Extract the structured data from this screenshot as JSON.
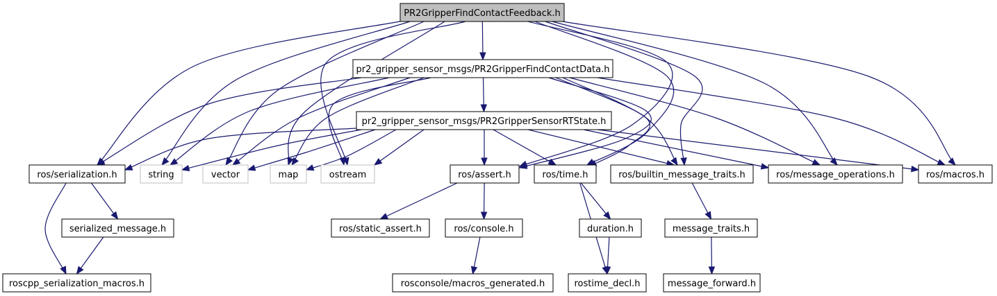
{
  "diagram": {
    "nodes": [
      {
        "id": "root",
        "label": "PR2GripperFindContactFeedback.h",
        "kind": "root"
      },
      {
        "id": "fcd",
        "label": "pr2_gripper_sensor_msgs/PR2GripperFindContactData.h",
        "kind": "file"
      },
      {
        "id": "rts",
        "label": "pr2_gripper_sensor_msgs/PR2GripperSensorRTState.h",
        "kind": "file"
      },
      {
        "id": "ser",
        "label": "ros/serialization.h",
        "kind": "file"
      },
      {
        "id": "string",
        "label": "string",
        "kind": "system"
      },
      {
        "id": "vector",
        "label": "vector",
        "kind": "system"
      },
      {
        "id": "map",
        "label": "map",
        "kind": "system"
      },
      {
        "id": "ostream",
        "label": "ostream",
        "kind": "system"
      },
      {
        "id": "assert",
        "label": "ros/assert.h",
        "kind": "file"
      },
      {
        "id": "time",
        "label": "ros/time.h",
        "kind": "file"
      },
      {
        "id": "bmt",
        "label": "ros/builtin_message_traits.h",
        "kind": "file"
      },
      {
        "id": "mops",
        "label": "ros/message_operations.h",
        "kind": "file"
      },
      {
        "id": "macros",
        "label": "ros/macros.h",
        "kind": "file"
      },
      {
        "id": "sermsg",
        "label": "serialized_message.h",
        "kind": "file"
      },
      {
        "id": "rcsm",
        "label": "roscpp_serialization_macros.h",
        "kind": "file"
      },
      {
        "id": "sassert",
        "label": "ros/static_assert.h",
        "kind": "file"
      },
      {
        "id": "console",
        "label": "ros/console.h",
        "kind": "file"
      },
      {
        "id": "rcmg",
        "label": "rosconsole/macros_generated.h",
        "kind": "file"
      },
      {
        "id": "duration",
        "label": "duration.h",
        "kind": "file"
      },
      {
        "id": "rtdecl",
        "label": "rostime_decl.h",
        "kind": "file"
      },
      {
        "id": "mtraits",
        "label": "message_traits.h",
        "kind": "file"
      },
      {
        "id": "mfwd",
        "label": "message_forward.h",
        "kind": "file"
      }
    ],
    "edges": [
      {
        "from": "root",
        "to": "fcd"
      },
      {
        "from": "root",
        "to": "ser"
      },
      {
        "from": "root",
        "to": "string"
      },
      {
        "from": "root",
        "to": "vector"
      },
      {
        "from": "root",
        "to": "map"
      },
      {
        "from": "root",
        "to": "ostream"
      },
      {
        "from": "root",
        "to": "assert"
      },
      {
        "from": "root",
        "to": "time"
      },
      {
        "from": "root",
        "to": "bmt"
      },
      {
        "from": "root",
        "to": "mops"
      },
      {
        "from": "root",
        "to": "macros"
      },
      {
        "from": "fcd",
        "to": "rts"
      },
      {
        "from": "fcd",
        "to": "ser"
      },
      {
        "from": "fcd",
        "to": "string"
      },
      {
        "from": "fcd",
        "to": "vector"
      },
      {
        "from": "fcd",
        "to": "map"
      },
      {
        "from": "fcd",
        "to": "ostream"
      },
      {
        "from": "fcd",
        "to": "assert"
      },
      {
        "from": "fcd",
        "to": "time"
      },
      {
        "from": "fcd",
        "to": "bmt"
      },
      {
        "from": "fcd",
        "to": "mops"
      },
      {
        "from": "fcd",
        "to": "macros"
      },
      {
        "from": "rts",
        "to": "ser"
      },
      {
        "from": "rts",
        "to": "string"
      },
      {
        "from": "rts",
        "to": "vector"
      },
      {
        "from": "rts",
        "to": "map"
      },
      {
        "from": "rts",
        "to": "ostream"
      },
      {
        "from": "rts",
        "to": "assert"
      },
      {
        "from": "rts",
        "to": "time"
      },
      {
        "from": "rts",
        "to": "bmt"
      },
      {
        "from": "rts",
        "to": "mops"
      },
      {
        "from": "rts",
        "to": "macros"
      },
      {
        "from": "ser",
        "to": "sermsg"
      },
      {
        "from": "ser",
        "to": "rcsm"
      },
      {
        "from": "sermsg",
        "to": "rcsm"
      },
      {
        "from": "assert",
        "to": "sassert"
      },
      {
        "from": "assert",
        "to": "console"
      },
      {
        "from": "console",
        "to": "rcmg"
      },
      {
        "from": "time",
        "to": "duration"
      },
      {
        "from": "time",
        "to": "rtdecl"
      },
      {
        "from": "duration",
        "to": "rtdecl"
      },
      {
        "from": "bmt",
        "to": "mtraits"
      },
      {
        "from": "mtraits",
        "to": "mfwd"
      }
    ]
  }
}
